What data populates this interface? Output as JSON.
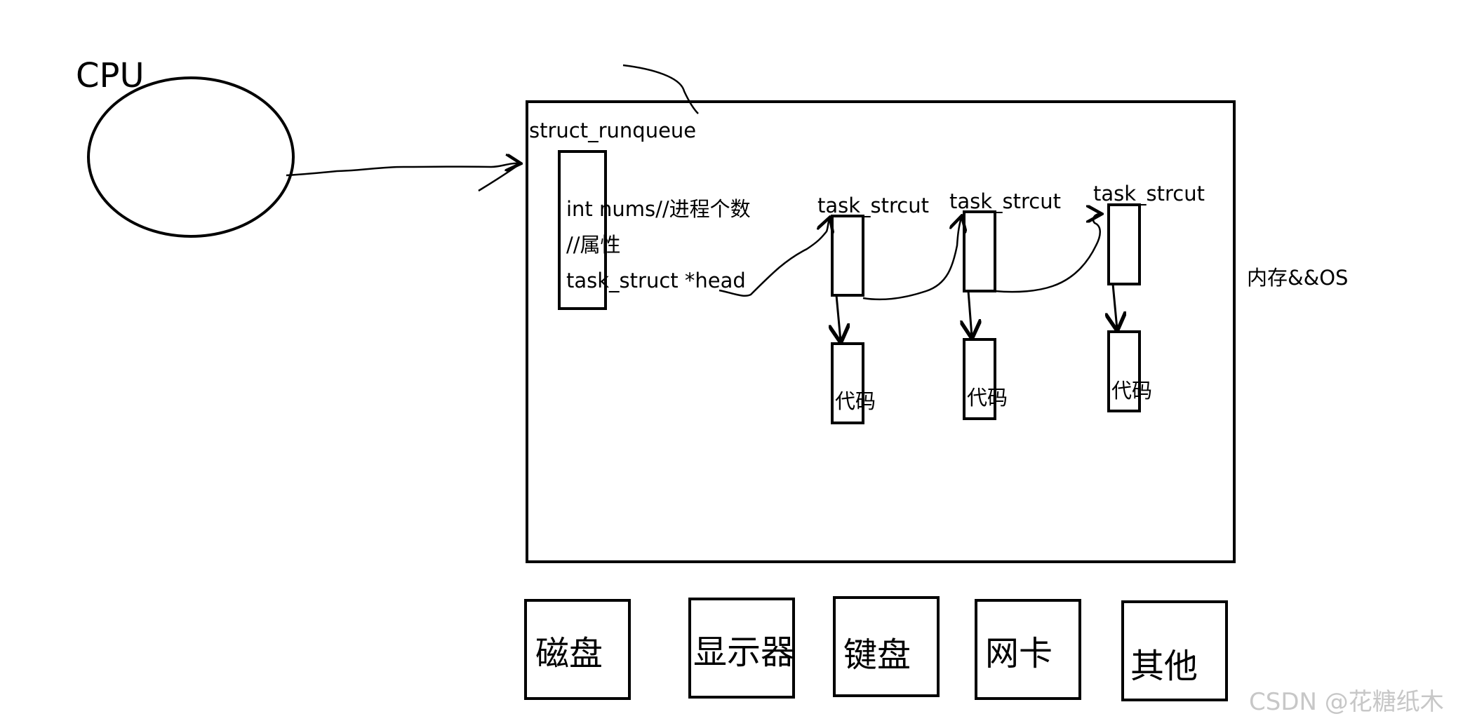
{
  "cpu": {
    "label": "CPU"
  },
  "memory": {
    "label": "内存&&OS"
  },
  "runqueue": {
    "title": "struct_runqueue",
    "fields": [
      "int nums//进程个数",
      "//属性",
      "task_struct *head"
    ]
  },
  "tasks": [
    {
      "label": "task_strcut",
      "code": "代码"
    },
    {
      "label": "task_strcut",
      "code": "代码"
    },
    {
      "label": "task_strcut",
      "code": "代码"
    }
  ],
  "devices": [
    "磁盘",
    "显示器",
    "键盘",
    "网卡",
    "其他"
  ],
  "watermark": "CSDN @花糖纸木"
}
